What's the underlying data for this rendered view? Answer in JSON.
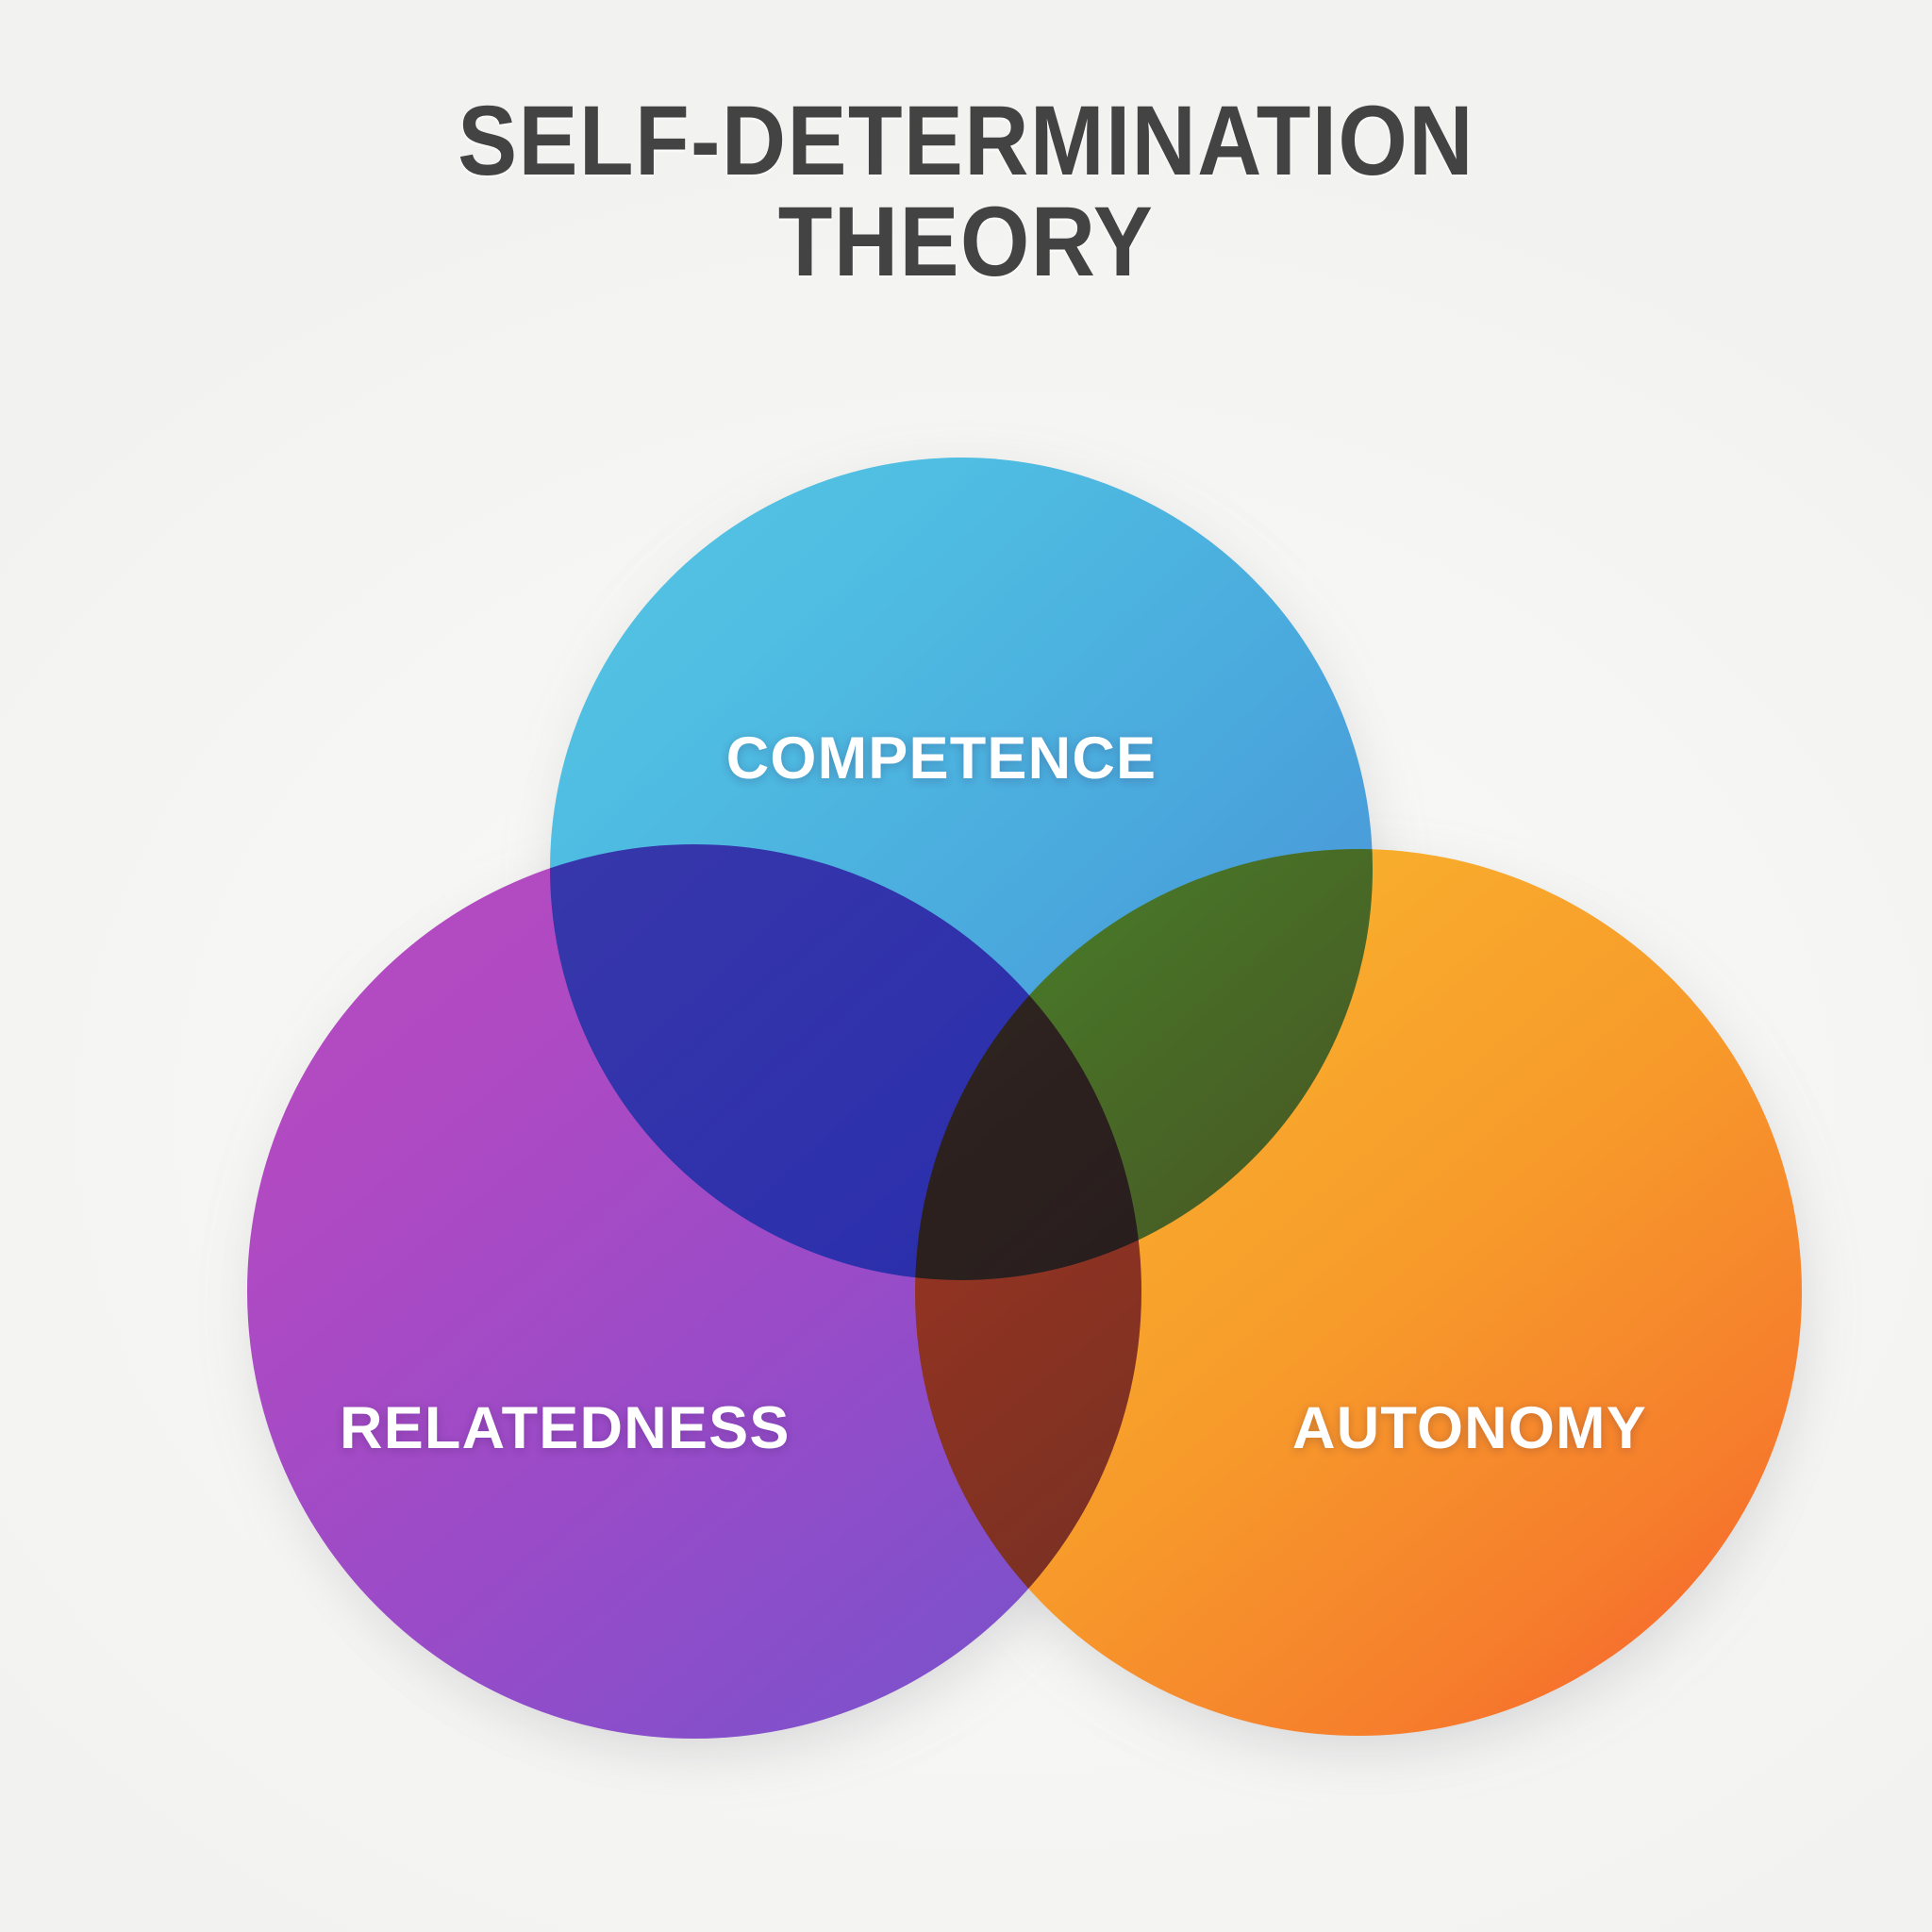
{
  "page": {
    "background_color": "#f8f8f6",
    "title_color": "#434343",
    "label_color": "#ffffff"
  },
  "title": {
    "line1": "SELF-DETERMINATION",
    "line2": "THEORY",
    "full": "SELF-DETERMINATION THEORY"
  },
  "diagram": {
    "type": "venn-3-circle",
    "blend_mode": "multiply",
    "circles": [
      {
        "id": "competence",
        "label": "COMPETENCE",
        "position": "top-center",
        "color_start": "#55c3e4",
        "color_end": "#4b8ad2",
        "color_name": "blue"
      },
      {
        "id": "relatedness",
        "label": "RELATEDNESS",
        "position": "bottom-left",
        "color_start": "#b44bbe",
        "color_end": "#7a52cc",
        "color_name": "purple"
      },
      {
        "id": "autonomy",
        "label": "AUTONOMY",
        "position": "bottom-right",
        "color_start": "#f9bf33",
        "color_end": "#f5562f",
        "color_name": "orange"
      }
    ],
    "overlaps": [
      {
        "id": "competence-relatedness",
        "color": "#4a3aa8",
        "color_name": "deep indigo"
      },
      {
        "id": "competence-autonomy",
        "color": "#a8547f",
        "color_name": "dusty mauve"
      },
      {
        "id": "relatedness-autonomy",
        "color": "#9d2a63",
        "color_name": "magenta"
      },
      {
        "id": "all-three",
        "color": "#8b1c3f",
        "color_name": "deep crimson"
      }
    ]
  }
}
